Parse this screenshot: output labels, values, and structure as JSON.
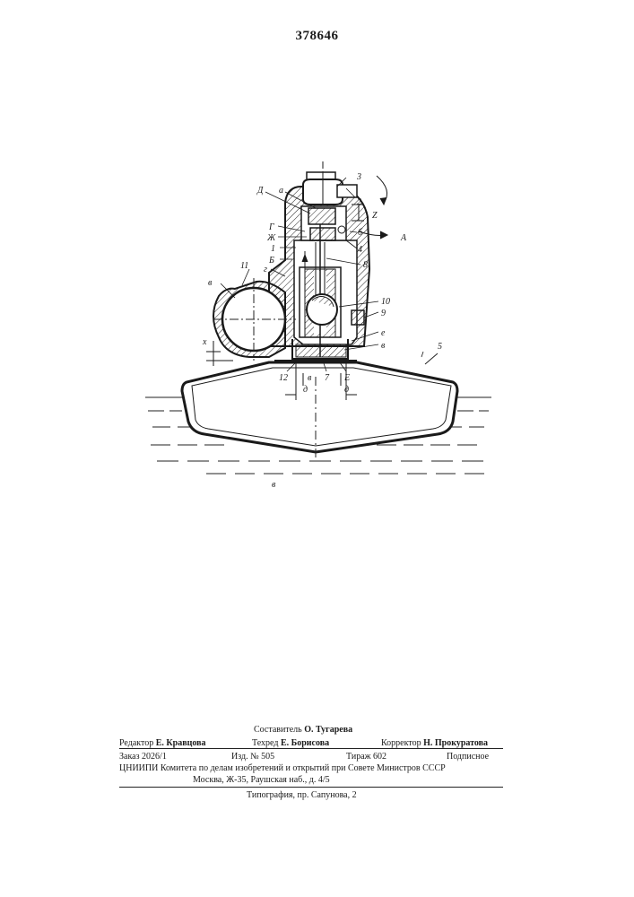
{
  "header": {
    "patent_number": "378646"
  },
  "figure": {
    "labels": {
      "n3": "3",
      "n2": "2",
      "n1": "1",
      "n4": "4",
      "n8": "8",
      "n10": "10",
      "n9": "9",
      "n11": "11",
      "n5": "5",
      "n12": "12",
      "n7": "7",
      "cyr_D": "Д",
      "lat_a": "а",
      "cyr_G": "Г",
      "cyr_Zh": "Ж",
      "cyr_B": "Б",
      "lat_A": "А",
      "cyr_v": "в",
      "cyr_g": "г",
      "cyr_b": "б",
      "cyr_e": "е",
      "cyr_E": "Е",
      "cyr_d1": "д",
      "cyr_d2": "д",
      "cyr_v_bottom1": "в",
      "cyr_v_bottom2": "в",
      "cyr_v_water": "в",
      "cyr_v_right": "в",
      "z_top": "Z",
      "x_left": "х"
    }
  },
  "credits": {
    "compiler": {
      "label": "Составитель",
      "name": "О. Тугарева"
    },
    "editor": {
      "label": "Редактор",
      "name": "Е. Кравцова"
    },
    "tech_editor": {
      "label": "Техред",
      "name": "Е. Борисова"
    },
    "proofreader": {
      "label": "Корректор",
      "name": "Н. Прокуратова"
    },
    "order": "Заказ 2026/1",
    "edition": "Изд. № 505",
    "print_run": "Тираж 602",
    "subscription": "Подписное",
    "institute": "ЦНИИПИ Комитета по делам изобретений и открытий при Совете Министров СССР",
    "address": "Москва, Ж-35, Раушская наб., д. 4/5",
    "printer": "Типография, пр. Сапунова, 2"
  }
}
